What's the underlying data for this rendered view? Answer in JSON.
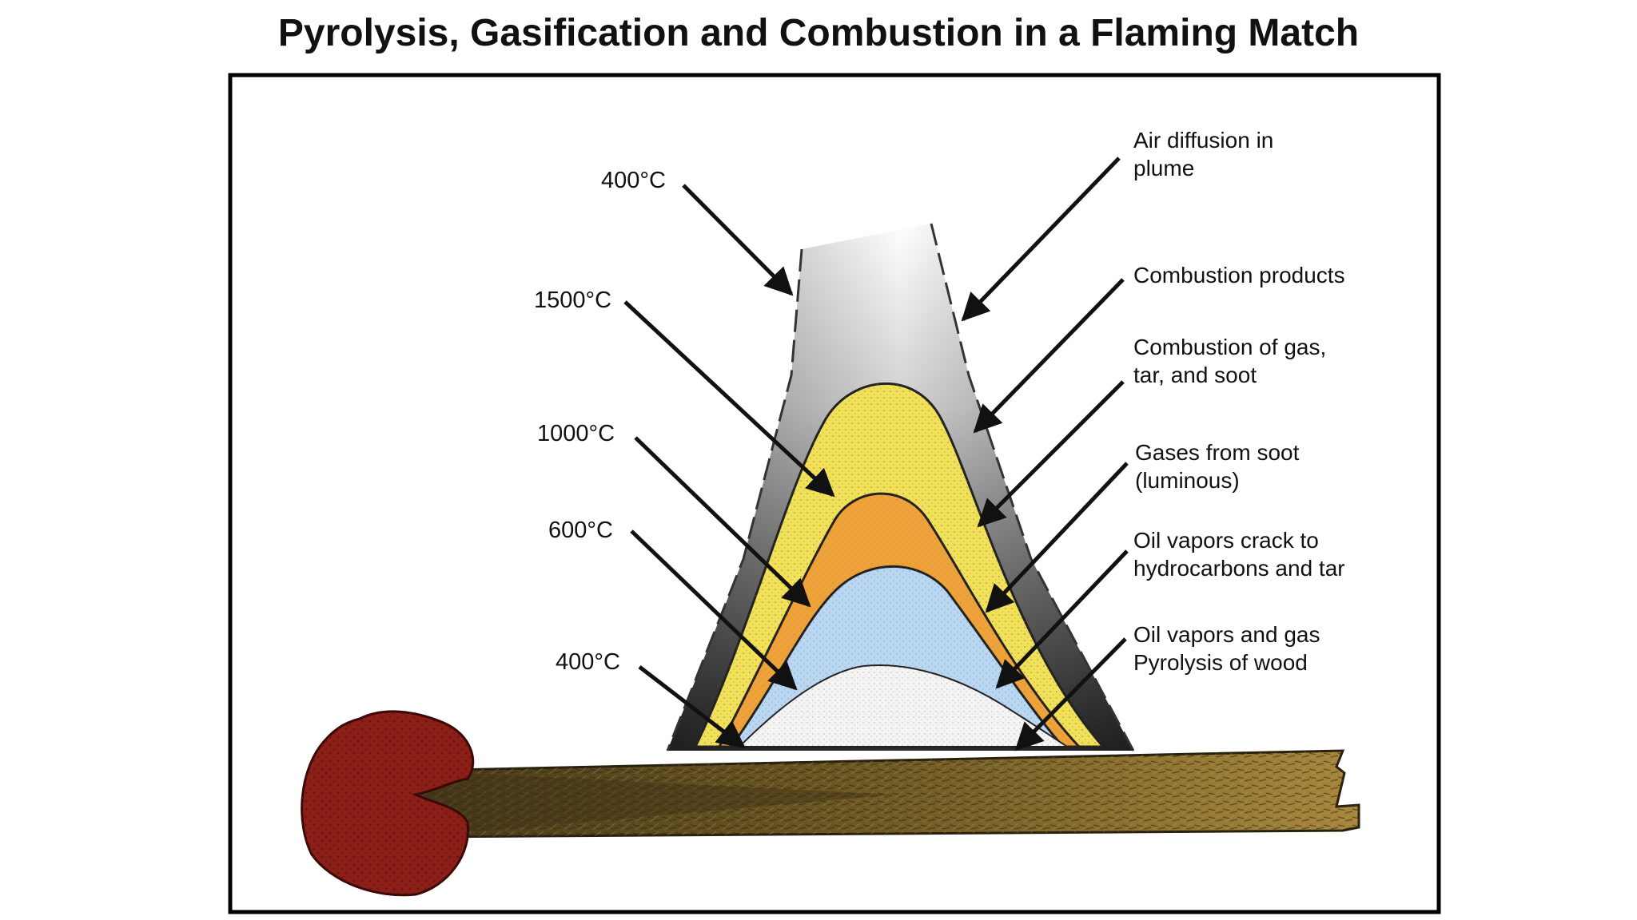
{
  "title": "Pyrolysis, Gasification and Combustion in a Flaming Match",
  "temperatures": {
    "plume_edge": "400°C",
    "combustion": "1500°C",
    "soot": "1000°C",
    "cracking": "600°C",
    "pyrolysis": "400°C"
  },
  "labels": {
    "air_diffusion": [
      "Air diffusion in",
      "plume"
    ],
    "combustion_products": [
      "Combustion products"
    ],
    "combustion_gas": [
      "Combustion  of gas,",
      "tar, and soot"
    ],
    "gases_soot": [
      "Gases from soot",
      "(luminous)"
    ],
    "oil_crack": [
      "Oil vapors crack to",
      "hydrocarbons and tar"
    ],
    "oil_gas": [
      "Oil vapors  and gas",
      "Pyrolysis of wood"
    ]
  },
  "colors": {
    "combustion_zone": "#f1e05a",
    "soot_zone": "#f0a23a",
    "cracking_zone": "#b9d7f0",
    "pyrolysis_zone": "#f4f4f4",
    "match_head": "#8c1f18",
    "match_stick": "#7a6328"
  }
}
